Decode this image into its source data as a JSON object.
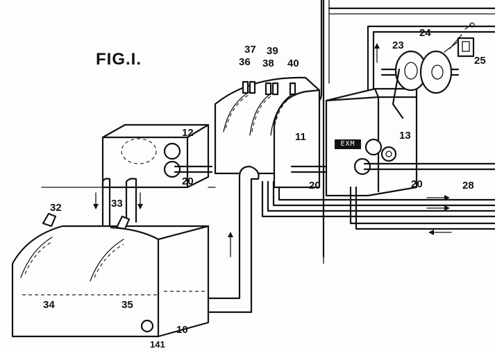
{
  "figure": {
    "title": "FIG.I.",
    "stamp": "EXM",
    "labels": {
      "l10": "10",
      "l11": "11",
      "l12": "12",
      "l13": "13",
      "l20a": "20",
      "l20b": "20",
      "l20c": "20",
      "l23": "23",
      "l24": "24",
      "l25": "25",
      "l28": "28",
      "l32": "32",
      "l33": "33",
      "l34": "34",
      "l35": "35",
      "l36": "36",
      "l37": "37",
      "l38": "38",
      "l39": "39",
      "l40": "40",
      "l141": "141"
    }
  }
}
